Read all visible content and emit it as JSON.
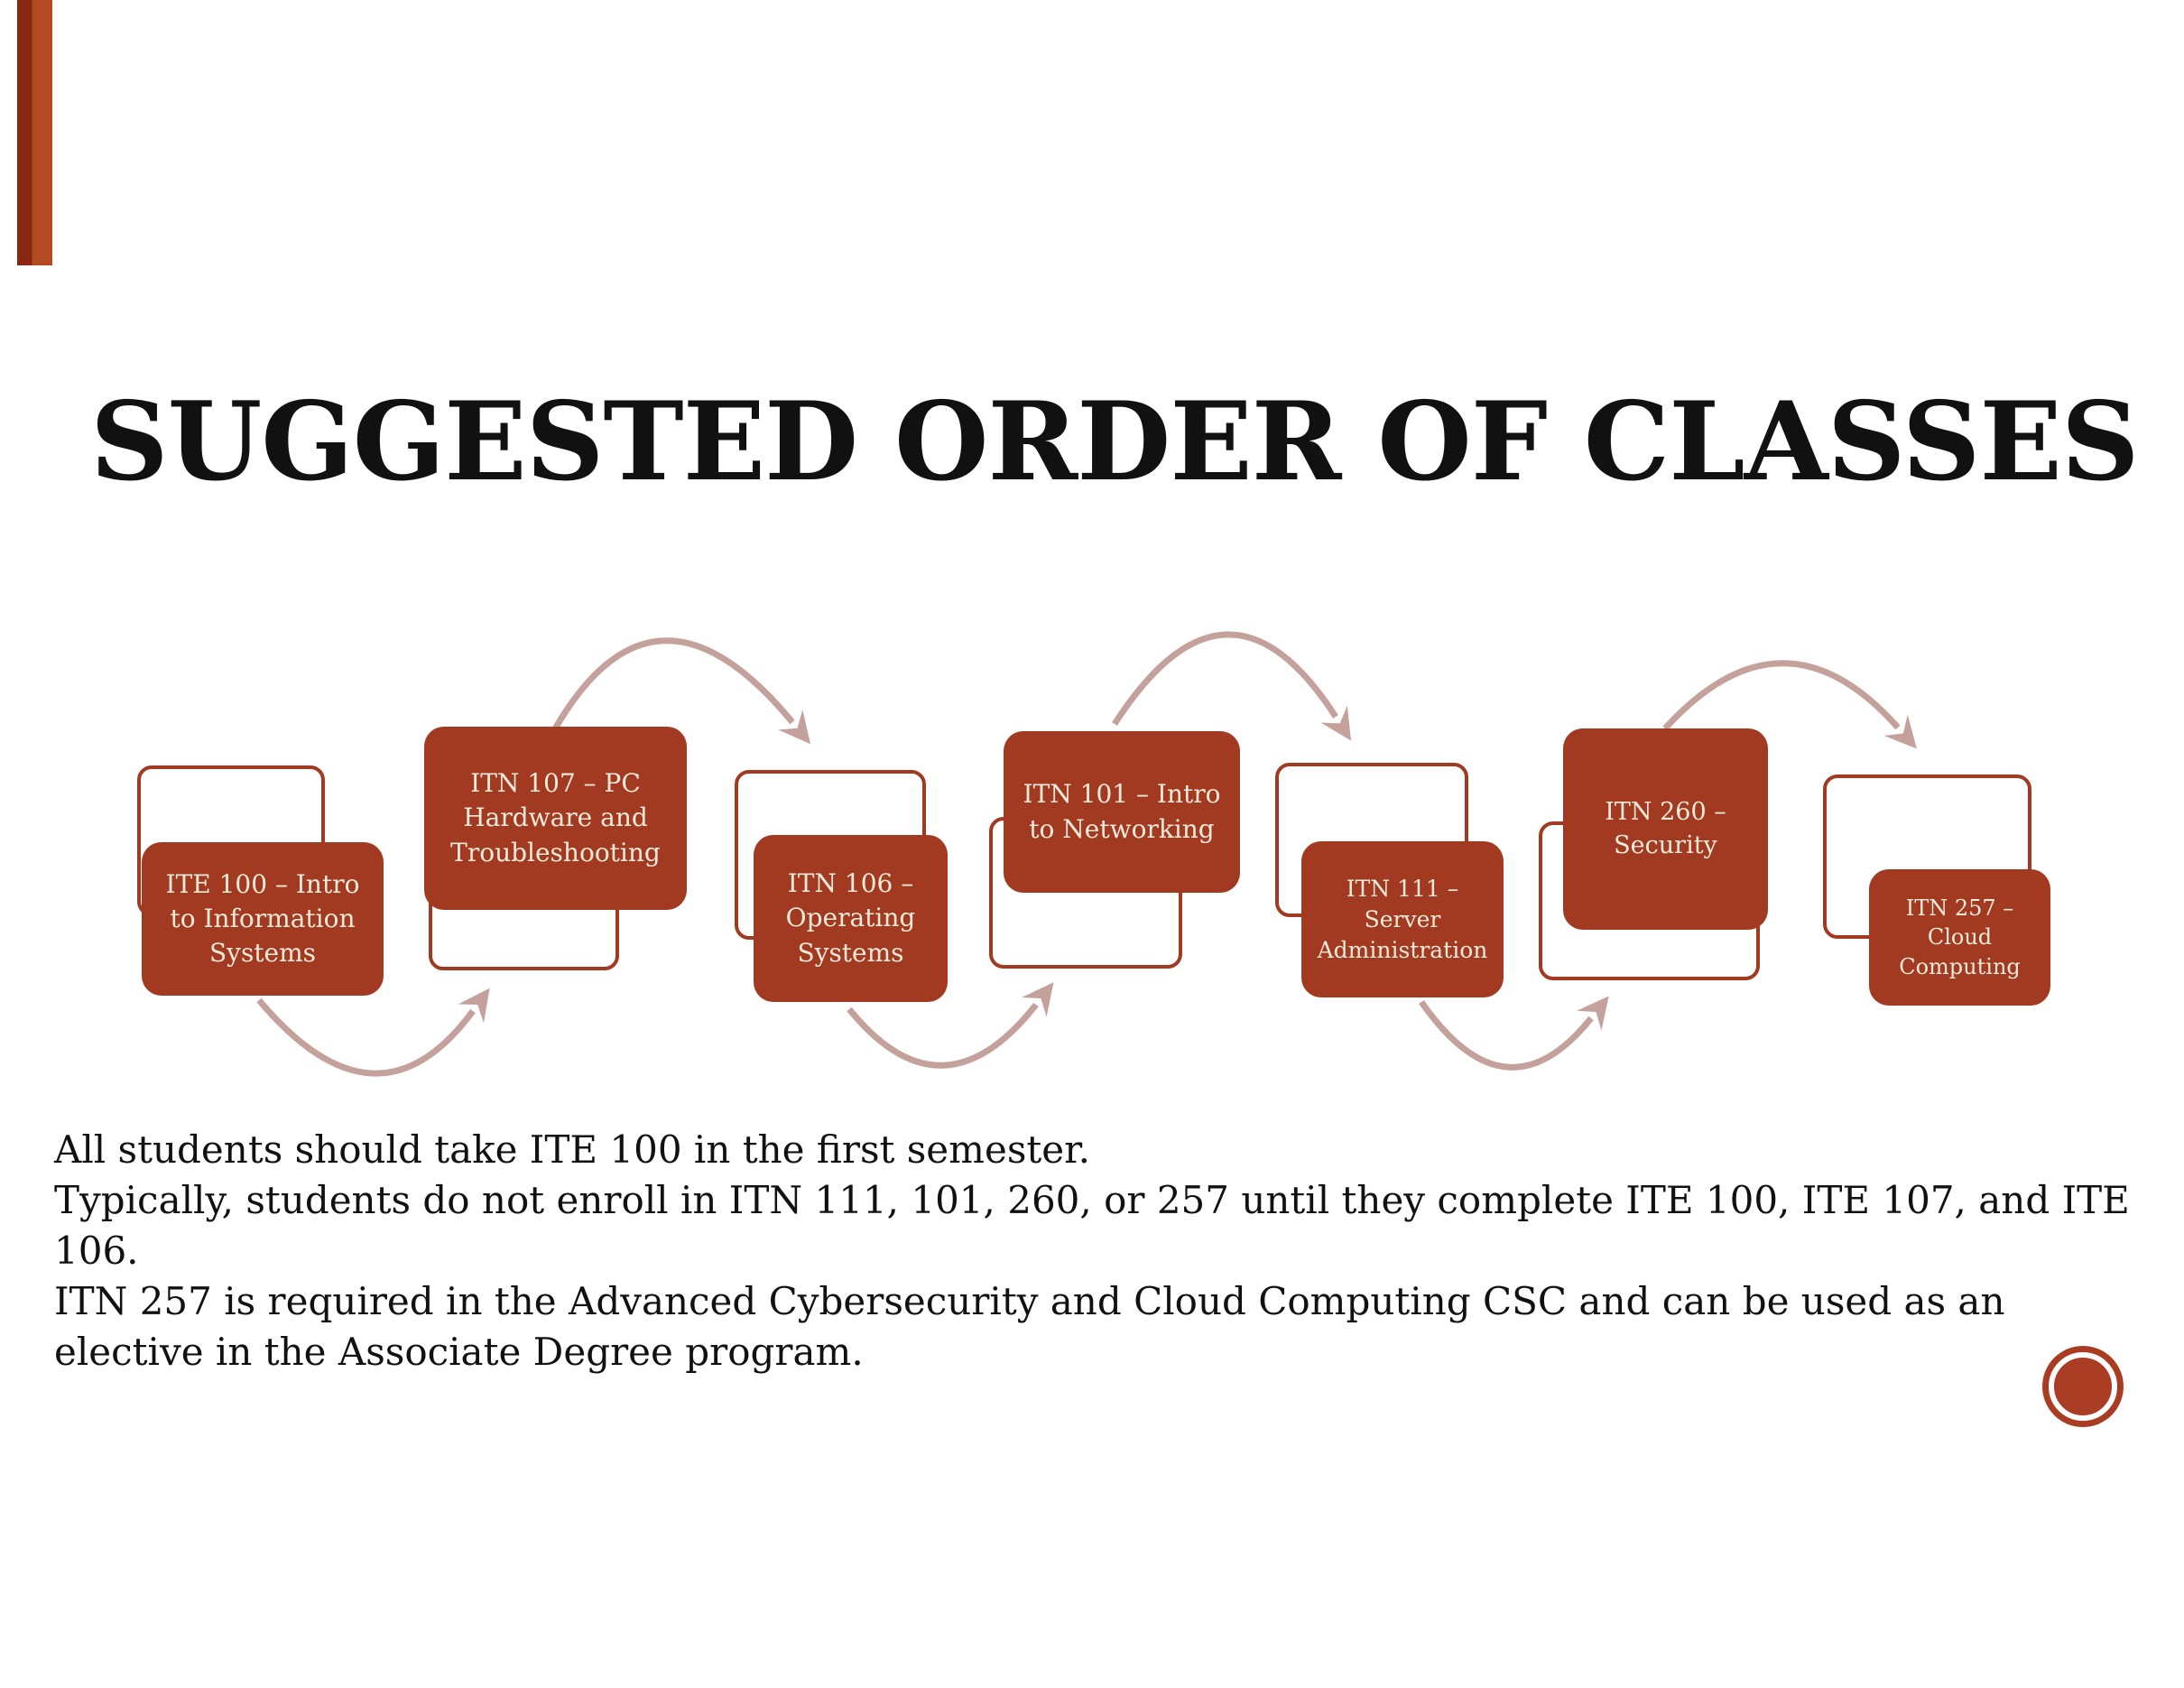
{
  "slide": {
    "title": "SUGGESTED ORDER OF CLASSES"
  },
  "flow": {
    "type": "curved-sequence-smartart",
    "order": [
      "ITE 100",
      "ITN 107",
      "ITN 106",
      "ITN 101",
      "ITN 111",
      "ITN 260",
      "ITN 257"
    ],
    "boxes": [
      {
        "id": "ITE100",
        "lines": [
          "ITE 100 – Intro",
          "to Information",
          "Systems"
        ]
      },
      {
        "id": "ITN107",
        "lines": [
          "ITN 107 – PC",
          "Hardware and",
          "Troubleshooting"
        ]
      },
      {
        "id": "ITN106",
        "lines": [
          "ITN 106 –",
          "Operating",
          "Systems"
        ]
      },
      {
        "id": "ITN101",
        "lines": [
          "ITN 101 – Intro",
          "to Networking"
        ]
      },
      {
        "id": "ITN111",
        "lines": [
          "ITN 111 –",
          "Server",
          "Administration"
        ]
      },
      {
        "id": "ITN260",
        "lines": [
          "ITN 260 –",
          "Security"
        ]
      },
      {
        "id": "ITN257",
        "lines": [
          "ITN 257 –",
          "Cloud",
          "Computing"
        ]
      }
    ]
  },
  "notes": {
    "lines": [
      "All students should take ITE 100 in the first semester.",
      "Typically, students do not enroll in ITN 111, 101, 260, or 257 until they complete ITE 100, ITE 107, and ITE",
      "106.",
      "ITN 257 is required in the Advanced Cybersecurity and Cloud Computing CSC and can be used as an",
      "elective in the Associate Degree program."
    ]
  },
  "colors": {
    "accent_red": "#a23a22",
    "arrow_rose": "#c5a19c",
    "box_text_cream": "#f3ead9",
    "circle_red": "#aa3c23",
    "ribbon_dark": "#8a2713",
    "ribbon_light": "#b34a21",
    "text_black": "#111111",
    "background": "#ffffff"
  }
}
